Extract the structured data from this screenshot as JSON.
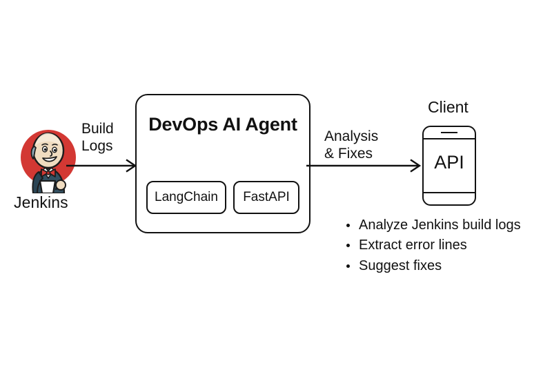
{
  "diagram": {
    "title": "DevOps AI Agent pipeline",
    "background_color": "#ffffff",
    "stroke_color": "#111111"
  },
  "source": {
    "name": "jenkins-node",
    "label": "Jenkins",
    "icon": "jenkins-butler-logo",
    "colors": {
      "circle": "#D33833",
      "skin": "#F0DCC0",
      "suit": "#335061",
      "bowtie": "#D33833",
      "outline": "#1C1C1C",
      "cup": "#FFFFFF"
    }
  },
  "edges": [
    {
      "name": "edge-build-logs",
      "label_line1": "Build",
      "label_line2": "Logs",
      "from": "Jenkins",
      "to": "DevOps AI Agent"
    },
    {
      "name": "edge-analysis-fixes",
      "label_line1": "Analysis",
      "label_line2": "& Fixes",
      "from": "DevOps AI Agent",
      "to": "Client"
    }
  ],
  "agent": {
    "name": "devops-ai-agent",
    "title_line1": "DevOps",
    "title_line2": "AI Agent",
    "components": [
      {
        "label": "LangChain"
      },
      {
        "label": "FastAPI"
      }
    ]
  },
  "client": {
    "name": "client-device",
    "label": "Client",
    "screen_label": "API"
  },
  "capabilities": {
    "items": [
      "Analyze Jenkins build logs",
      "Extract error lines",
      "Suggest fixes"
    ]
  }
}
